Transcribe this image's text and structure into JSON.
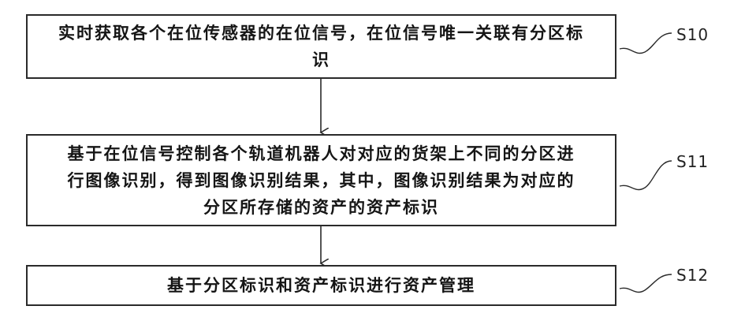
{
  "steps": [
    {
      "id": "S10",
      "line1": "实时获取各个在位传感器的在位信号，在位信号唯一关联有分区标",
      "line2": "识"
    },
    {
      "id": "S11",
      "line1": "基于在位信号控制各个轨道机器人对对应的货架上不同的分区进",
      "line2": "行图像识别，得到图像识别结果，其中，图像识别结果为对应的",
      "line3": "分区所存储的资产的资产标识"
    },
    {
      "id": "S12",
      "line1": "基于分区标识和资产标识进行资产管理"
    }
  ]
}
